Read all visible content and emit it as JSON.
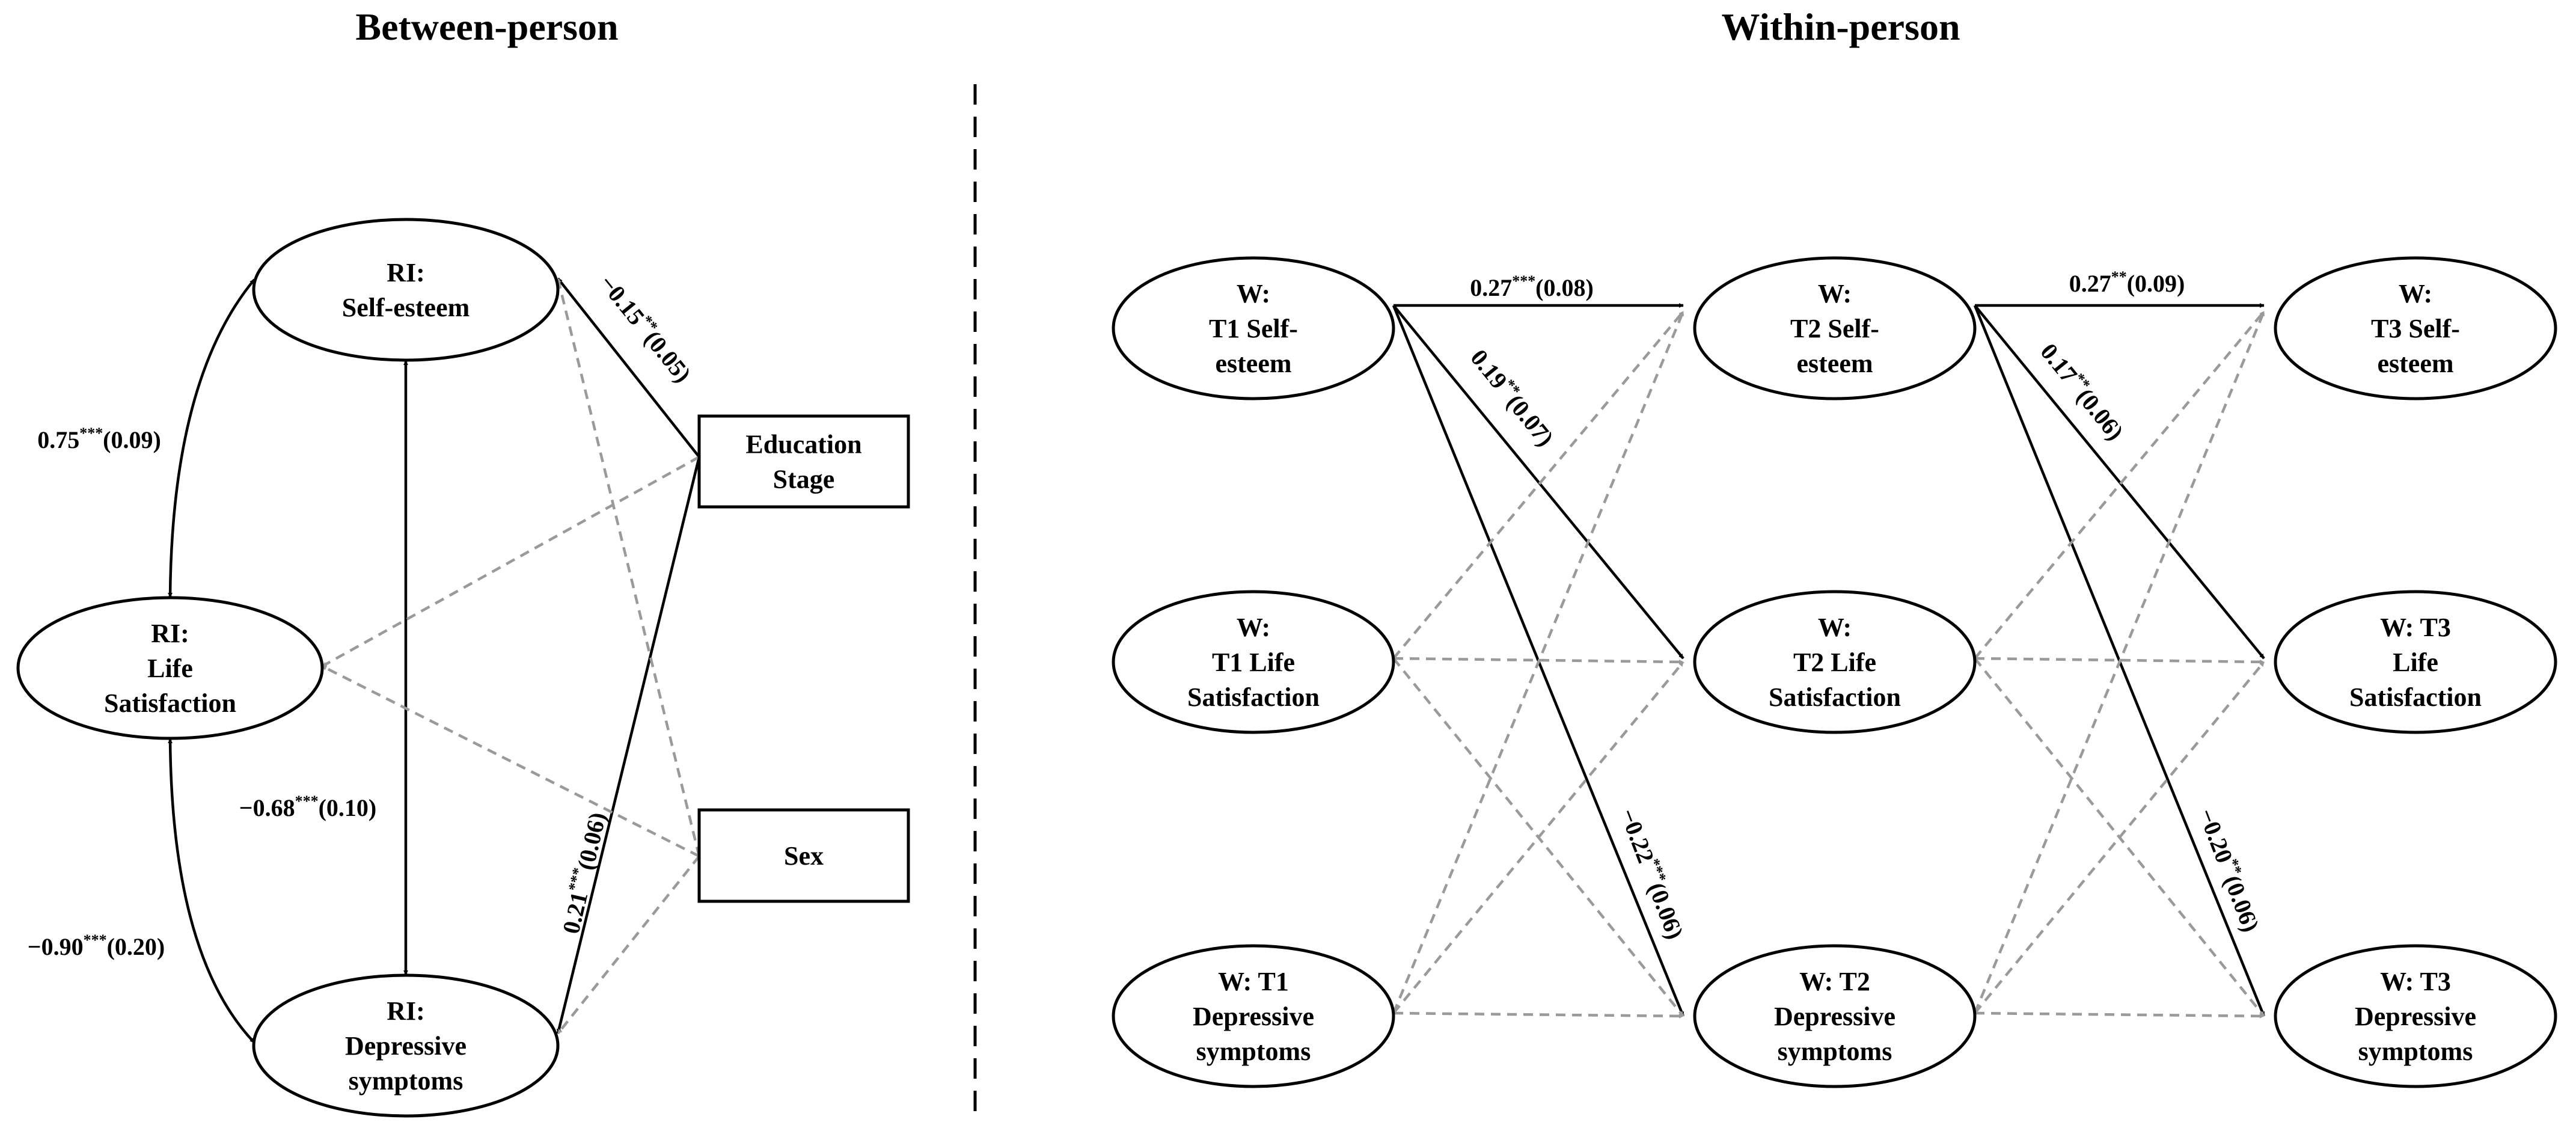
{
  "panels": {
    "between": "Between-person",
    "within": "Within-person"
  },
  "colors": {
    "significant": "#000000",
    "nonsignificant": "#9a9a9a"
  },
  "nodes": [
    {
      "id": "ri_se",
      "shape": "ellipse",
      "lines": [
        "RI:",
        "Self-esteem"
      ]
    },
    {
      "id": "ri_ls",
      "shape": "ellipse",
      "lines": [
        "RI:",
        "Life",
        "Satisfaction"
      ]
    },
    {
      "id": "ri_ds",
      "shape": "ellipse",
      "lines": [
        "RI:",
        "Depressive",
        "symptoms"
      ]
    },
    {
      "id": "edu",
      "shape": "rect",
      "lines": [
        "Education",
        "Stage"
      ]
    },
    {
      "id": "sex",
      "shape": "rect",
      "lines": [
        "Sex"
      ]
    },
    {
      "id": "w_t1_se",
      "shape": "ellipse",
      "lines": [
        "W:",
        "T1 Self-",
        "esteem"
      ]
    },
    {
      "id": "w_t2_se",
      "shape": "ellipse",
      "lines": [
        "W:",
        "T2 Self-",
        "esteem"
      ]
    },
    {
      "id": "w_t3_se",
      "shape": "ellipse",
      "lines": [
        "W:",
        "T3 Self-",
        "esteem"
      ]
    },
    {
      "id": "w_t1_ls",
      "shape": "ellipse",
      "lines": [
        "W:",
        "T1 Life",
        "Satisfaction"
      ]
    },
    {
      "id": "w_t2_ls",
      "shape": "ellipse",
      "lines": [
        "W:",
        "T2 Life",
        "Satisfaction"
      ]
    },
    {
      "id": "w_t3_ls",
      "shape": "ellipse",
      "lines": [
        "W: T3",
        "Life",
        "Satisfaction"
      ]
    },
    {
      "id": "w_t1_ds",
      "shape": "ellipse",
      "lines": [
        "W: T1",
        "Depressive",
        "symptoms"
      ]
    },
    {
      "id": "w_t2_ds",
      "shape": "ellipse",
      "lines": [
        "W: T2",
        "Depressive",
        "symptoms"
      ]
    },
    {
      "id": "w_t3_ds",
      "shape": "ellipse",
      "lines": [
        "W: T3",
        "Depressive",
        "symptoms"
      ]
    }
  ],
  "paths": [
    {
      "id": "cov_se_ls",
      "from": "ri_se",
      "to": "ri_ls",
      "kind": "covariance",
      "significant": true,
      "label": {
        "est": "0.75",
        "stars": "***",
        "se": "(0.09)"
      }
    },
    {
      "id": "cov_ls_ds",
      "from": "ri_ls",
      "to": "ri_ds",
      "kind": "covariance",
      "significant": true,
      "label": {
        "est": "−0.90",
        "stars": "***",
        "se": "(0.20)"
      }
    },
    {
      "id": "cov_se_ds",
      "from": "ri_se",
      "to": "ri_ds",
      "kind": "covariance",
      "significant": true,
      "label": {
        "est": "−0.68",
        "stars": "***",
        "se": "(0.10)"
      }
    },
    {
      "id": "edu_se",
      "from": "edu",
      "to": "ri_se",
      "kind": "regression",
      "significant": true,
      "label": {
        "est": "−0.15",
        "stars": "**",
        "se": "(0.05)"
      }
    },
    {
      "id": "edu_ds",
      "from": "edu",
      "to": "ri_ds",
      "kind": "regression",
      "significant": true,
      "label": {
        "est": "0.21",
        "stars": "***",
        "se": "(0.06)"
      }
    },
    {
      "id": "edu_ls",
      "from": "edu",
      "to": "ri_ls",
      "kind": "regression",
      "significant": false
    },
    {
      "id": "sex_se",
      "from": "sex",
      "to": "ri_se",
      "kind": "regression",
      "significant": false
    },
    {
      "id": "sex_ls",
      "from": "sex",
      "to": "ri_ls",
      "kind": "regression",
      "significant": false
    },
    {
      "id": "sex_ds",
      "from": "sex",
      "to": "ri_ds",
      "kind": "regression",
      "significant": false
    },
    {
      "id": "t1se_t2se",
      "from": "w_t1_se",
      "to": "w_t2_se",
      "kind": "regression",
      "significant": true,
      "label": {
        "est": "0.27",
        "stars": "***",
        "se": "(0.08)"
      }
    },
    {
      "id": "t2se_t3se",
      "from": "w_t2_se",
      "to": "w_t3_se",
      "kind": "regression",
      "significant": true,
      "label": {
        "est": "0.27",
        "stars": "**",
        "se": "(0.09)"
      }
    },
    {
      "id": "t1se_t2ls",
      "from": "w_t1_se",
      "to": "w_t2_ls",
      "kind": "regression",
      "significant": true,
      "label": {
        "est": "0.19",
        "stars": "**",
        "se": "(0.07)"
      }
    },
    {
      "id": "t2se_t3ls",
      "from": "w_t2_se",
      "to": "w_t3_ls",
      "kind": "regression",
      "significant": true,
      "label": {
        "est": "0.17",
        "stars": "**",
        "se": "(0.06)"
      }
    },
    {
      "id": "t1se_t2ds",
      "from": "w_t1_se",
      "to": "w_t2_ds",
      "kind": "regression",
      "significant": true,
      "label": {
        "est": "−0.22",
        "stars": "***",
        "se": "(0.06)"
      }
    },
    {
      "id": "t2se_t3ds",
      "from": "w_t2_se",
      "to": "w_t3_ds",
      "kind": "regression",
      "significant": true,
      "label": {
        "est": "−0.20",
        "stars": "**",
        "se": "(0.06)"
      }
    },
    {
      "id": "t1ls_t2se",
      "from": "w_t1_ls",
      "to": "w_t2_se",
      "kind": "regression",
      "significant": false
    },
    {
      "id": "t1ls_t2ls",
      "from": "w_t1_ls",
      "to": "w_t2_ls",
      "kind": "regression",
      "significant": false
    },
    {
      "id": "t1ls_t2ds",
      "from": "w_t1_ls",
      "to": "w_t2_ds",
      "kind": "regression",
      "significant": false
    },
    {
      "id": "t1ds_t2se",
      "from": "w_t1_ds",
      "to": "w_t2_se",
      "kind": "regression",
      "significant": false
    },
    {
      "id": "t1ds_t2ls",
      "from": "w_t1_ds",
      "to": "w_t2_ls",
      "kind": "regression",
      "significant": false
    },
    {
      "id": "t1ds_t2ds",
      "from": "w_t1_ds",
      "to": "w_t2_ds",
      "kind": "regression",
      "significant": false
    },
    {
      "id": "t2ls_t3se",
      "from": "w_t2_ls",
      "to": "w_t3_se",
      "kind": "regression",
      "significant": false
    },
    {
      "id": "t2ls_t3ls",
      "from": "w_t2_ls",
      "to": "w_t3_ls",
      "kind": "regression",
      "significant": false
    },
    {
      "id": "t2ls_t3ds",
      "from": "w_t2_ls",
      "to": "w_t3_ds",
      "kind": "regression",
      "significant": false
    },
    {
      "id": "t2ds_t3se",
      "from": "w_t2_ds",
      "to": "w_t3_se",
      "kind": "regression",
      "significant": false
    },
    {
      "id": "t2ds_t3ls",
      "from": "w_t2_ds",
      "to": "w_t3_ls",
      "kind": "regression",
      "significant": false
    },
    {
      "id": "t2ds_t3ds",
      "from": "w_t2_ds",
      "to": "w_t3_ds",
      "kind": "regression",
      "significant": false
    }
  ]
}
